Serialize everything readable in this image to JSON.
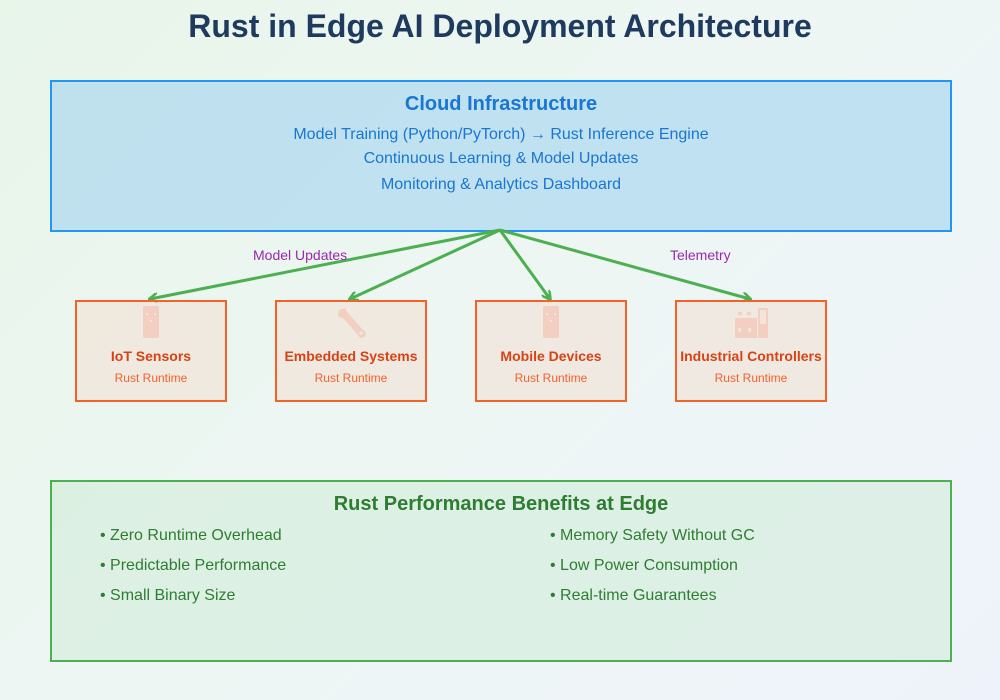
{
  "title": "Rust in Edge AI Deployment Architecture",
  "cloud": {
    "title": "Cloud Infrastructure",
    "lines": [
      "Model Training (Python/PyTorch) → Rust Inference Engine",
      "Continuous Learning & Model Updates",
      "Monitoring & Analytics Dashboard"
    ]
  },
  "flow_labels": {
    "left": "Model Updates",
    "right": "Telemetry"
  },
  "devices": [
    {
      "name": "IoT Sensors",
      "subtitle": "Rust Runtime",
      "icon": "phone-icon"
    },
    {
      "name": "Embedded Systems",
      "subtitle": "Rust Runtime",
      "icon": "wrench-icon"
    },
    {
      "name": "Mobile Devices",
      "subtitle": "Rust Runtime",
      "icon": "phone-icon"
    },
    {
      "name": "Industrial Controllers",
      "subtitle": "Rust Runtime",
      "icon": "factory-icon"
    }
  ],
  "benefits": {
    "title": "Rust Performance Benefits at Edge",
    "left": [
      "• Zero Runtime Overhead",
      "• Predictable Performance",
      "• Small Binary Size"
    ],
    "right": [
      "• Memory Safety Without GC",
      "• Low Power Consumption",
      "• Real-time Guarantees"
    ]
  },
  "colors": {
    "title": "#1e3a5f",
    "cloud_accent": "#2196f3",
    "cloud_text": "#1976d2",
    "device_border": "#f4622a",
    "device_title": "#d84315",
    "arrow": "#4caf50",
    "flow_label": "#9c27b0",
    "benefits_accent": "#2e7d32"
  }
}
